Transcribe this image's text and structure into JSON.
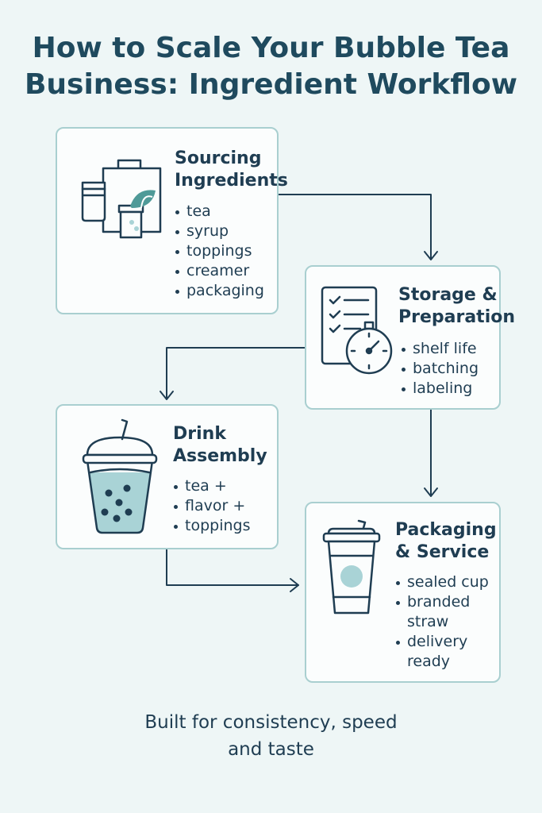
{
  "title": {
    "line1": "How to Scale Your Bubble Tea",
    "line2": "Business: Ingredient Workflow"
  },
  "steps": [
    {
      "title_line1": "Sourcing",
      "title_line2": "Ingredients",
      "icon": "ingredients-bag-jar-icon",
      "bullets": [
        "tea",
        "syrup",
        "toppings",
        "creamer",
        "packaging"
      ]
    },
    {
      "title_line1": "Storage &",
      "title_line2": "Preparation",
      "icon": "checklist-timer-icon",
      "bullets": [
        "shelf life",
        "batching",
        "labeling"
      ]
    },
    {
      "title_line1": "Drink",
      "title_line2": "Assembly",
      "icon": "bubble-tea-cup-icon",
      "bullets": [
        "tea +",
        "flavor +",
        "toppings"
      ]
    },
    {
      "title_line1": "Packaging",
      "title_line2": "& Service",
      "icon": "sealed-cup-icon",
      "bullets": [
        {
          "line1": "sealed cup",
          "line2": ""
        },
        {
          "line1": "branded",
          "line2": "straw"
        },
        {
          "line1": "delivery",
          "line2": "ready"
        }
      ]
    }
  ],
  "footer": {
    "line1": "Built for consistency, speed",
    "line2": "and taste"
  },
  "colors": {
    "background": "#eef6f6",
    "card_border": "#a9cfd0",
    "text": "#1f3d52",
    "accent": "#a9d3d6",
    "leaf": "#4f9a98"
  }
}
